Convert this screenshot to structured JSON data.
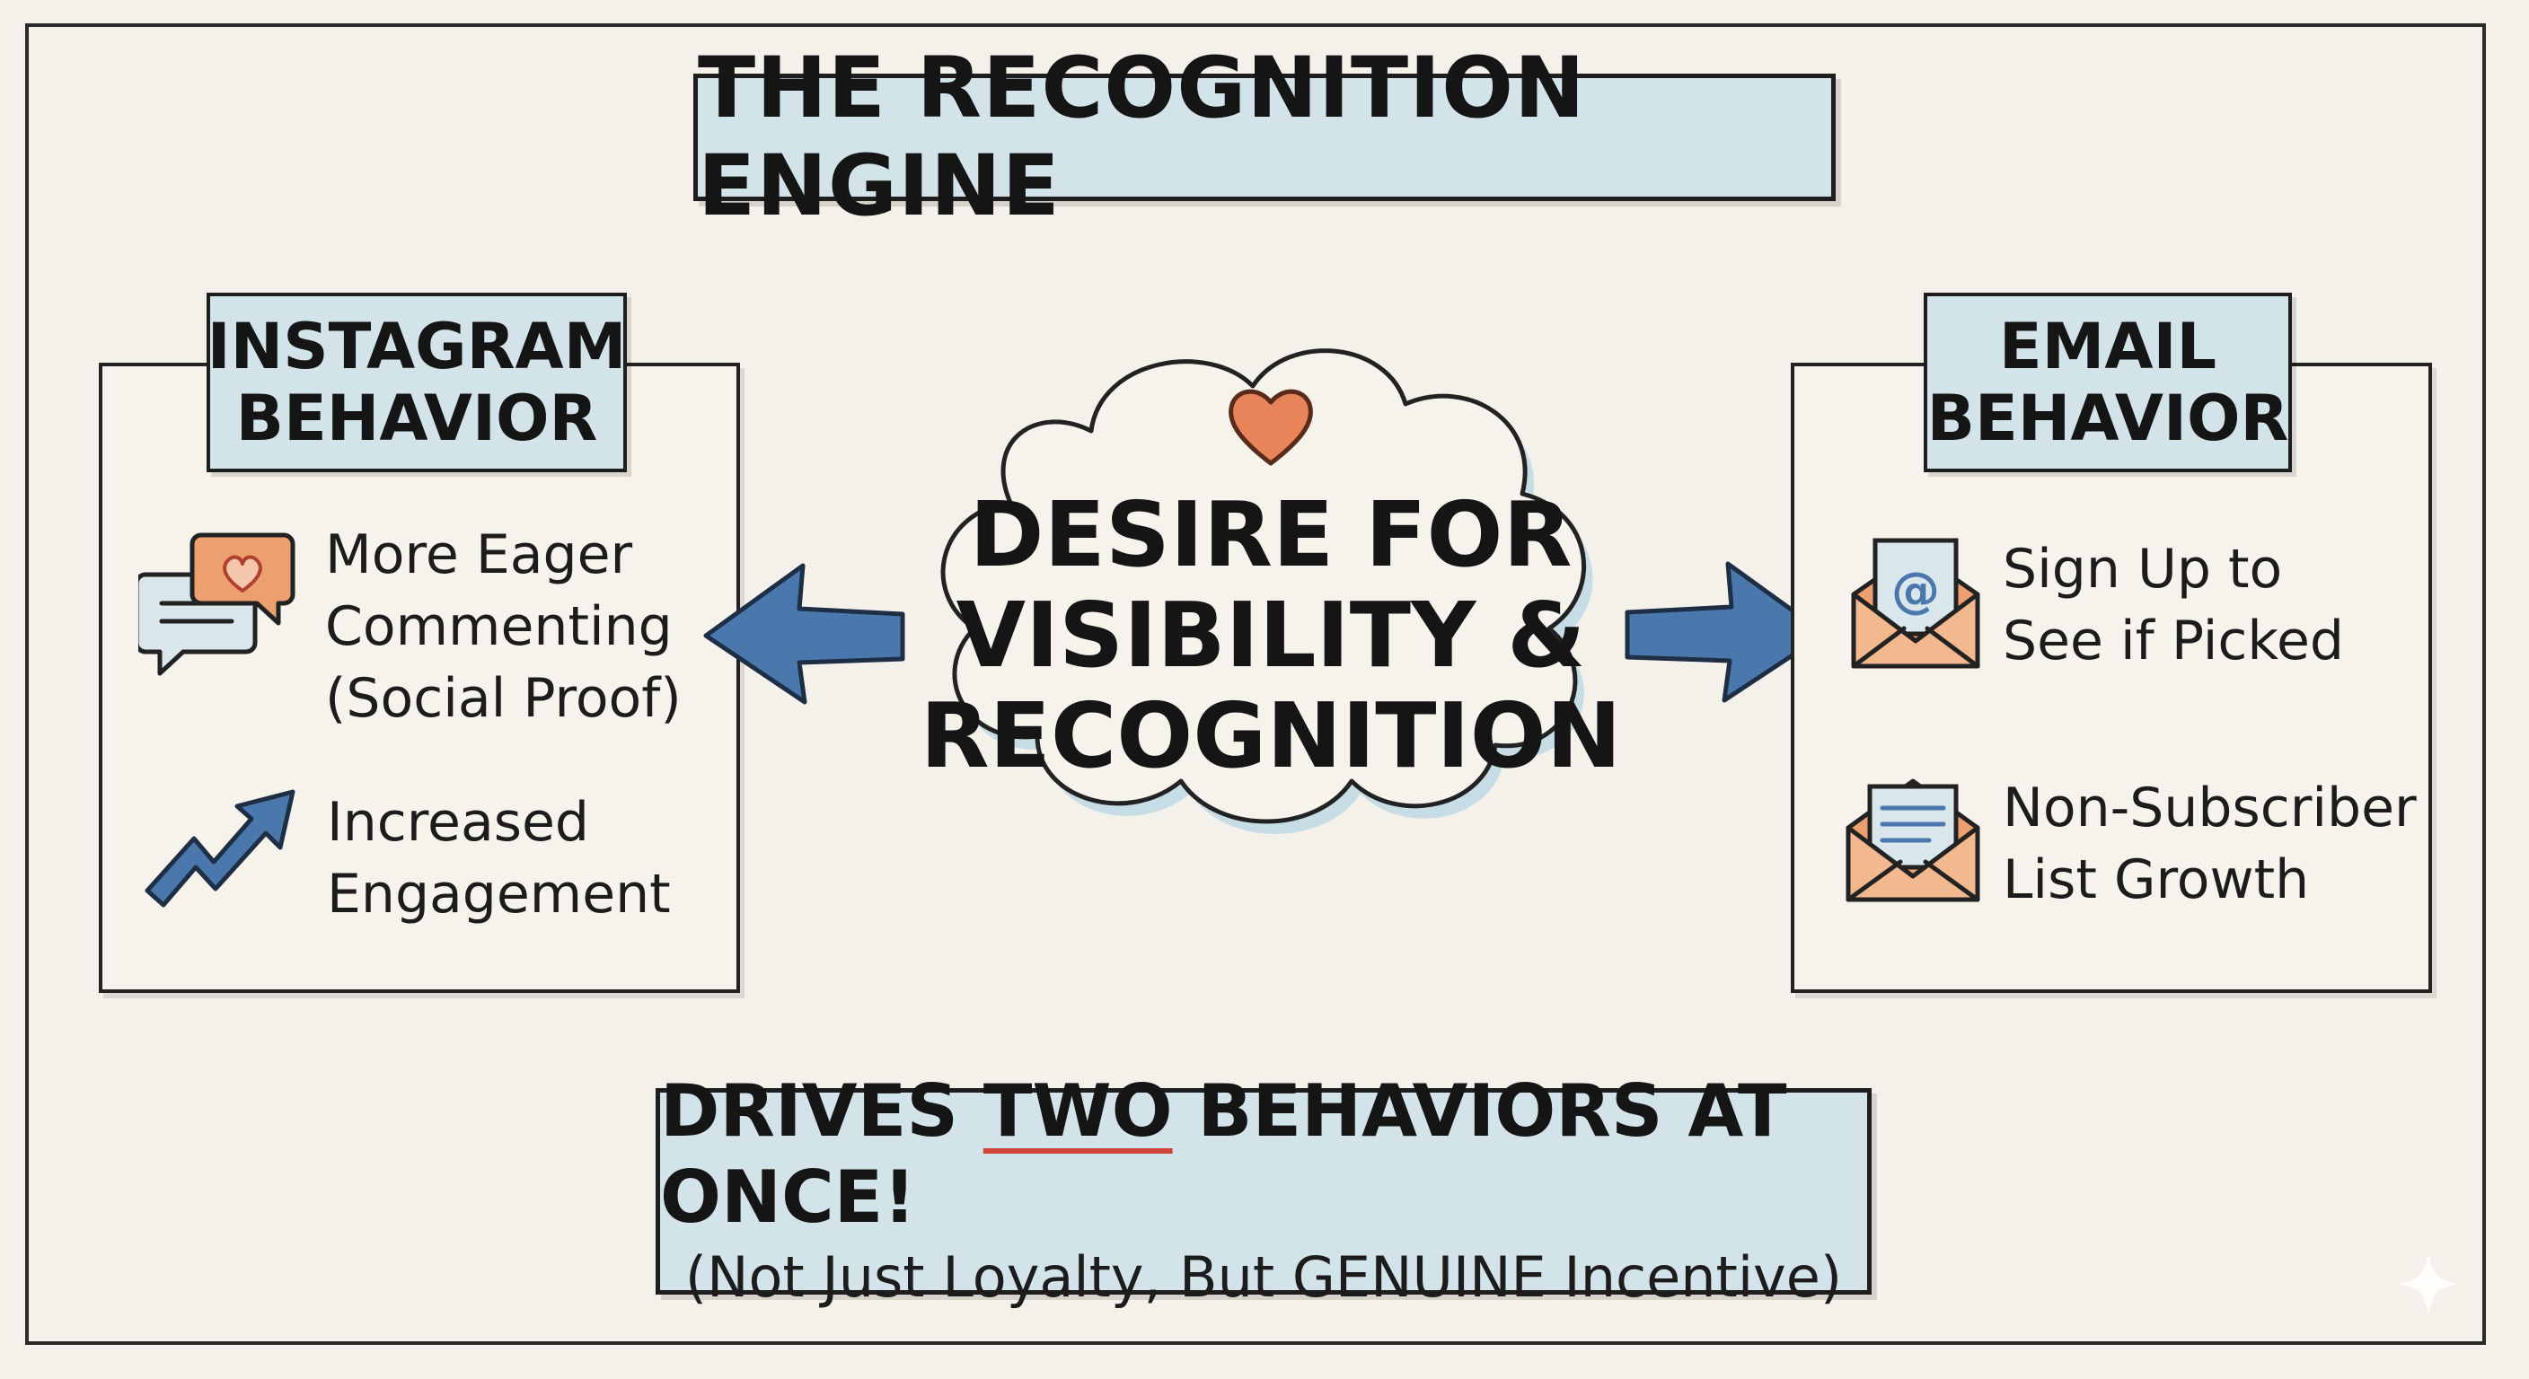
{
  "title": "THE RECOGNITION ENGINE",
  "center": {
    "lines": [
      "DESIRE FOR",
      "VISIBILITY &",
      "RECOGNITION"
    ],
    "icon": "heart-icon"
  },
  "left_panel": {
    "header": [
      "INSTAGRAM",
      "BEHAVIOR"
    ],
    "items": [
      {
        "icon": "chat-bubbles-heart-icon",
        "lines": [
          "More Eager",
          "Commenting",
          "(Social Proof)"
        ]
      },
      {
        "icon": "trend-up-arrow-icon",
        "lines": [
          "Increased",
          "Engagement"
        ]
      }
    ]
  },
  "right_panel": {
    "header": [
      "EMAIL",
      "BEHAVIOR"
    ],
    "items": [
      {
        "icon": "envelope-at-icon",
        "lines": [
          "Sign Up to",
          "See if Picked"
        ]
      },
      {
        "icon": "envelope-letter-icon",
        "lines": [
          "Non-Subscriber",
          "List Growth"
        ]
      }
    ]
  },
  "bottom": {
    "line1_before": "DRIVES ",
    "line1_emphasis": "TWO",
    "line1_after": " BEHAVIORS AT ONCE!",
    "line2": "(Not Just Loyalty, But GENUINE Incentive)"
  },
  "colors": {
    "background": "#f4f1ea",
    "box_fill": "#d3e3ea",
    "arrow_blue": "#4a78ad",
    "accent_orange": "#e8956a",
    "underline_red": "#d0453a"
  }
}
